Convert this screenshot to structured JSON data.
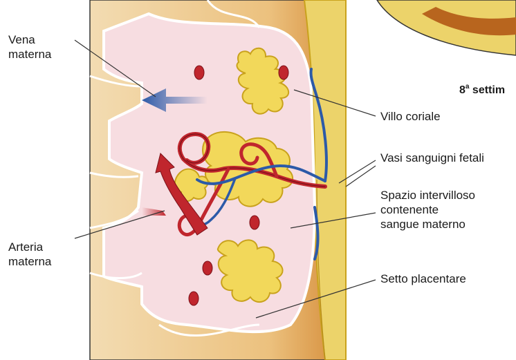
{
  "labels": {
    "vena_materna": [
      "Vena",
      "materna"
    ],
    "arteria_materna": [
      "Arteria",
      "materna"
    ],
    "villo_coriale": "Villo coriale",
    "vasi_fetali": "Vasi sanguigni fetali",
    "spazio_intervilloso": [
      "Spazio intervilloso",
      "contenente",
      "sangue materno"
    ],
    "setto_placentare": "Setto placentare",
    "stage_caption": {
      "number": "8",
      "superscript": "a",
      "word": "settim"
    }
  },
  "colors": {
    "uterine_wall": "#f2d6a6",
    "intervillous_space": "#f7dde1",
    "villus": "#f2d85a",
    "villus_outline": "#c9a21c",
    "artery": "#c0262d",
    "vein": "#2c5aa8",
    "chorionic_plate": "#ecd36a",
    "wall_shadow": "#c97d2a"
  }
}
